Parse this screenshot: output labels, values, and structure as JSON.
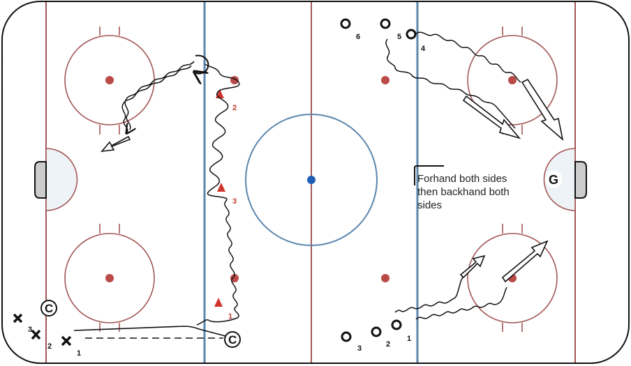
{
  "colors": {
    "board": "#111111",
    "red_line": "#a35656",
    "blue_line": "#5b86ad",
    "dot_red": "#b94a48",
    "center_dot": "#1f5fb5",
    "cone": "#d0342c",
    "crease_fill": "#eef3f8",
    "net_fill": "#cccccc"
  },
  "players": {
    "x_numbers": [
      "3",
      "2",
      "1"
    ],
    "o_bottom_numbers": [
      "3",
      "2",
      "1"
    ],
    "o_top_numbers": [
      "6",
      "5",
      "4"
    ]
  },
  "cones": [
    "2",
    "3",
    "1"
  ],
  "coach_label": "C",
  "goalie_label": "G",
  "note": {
    "line1": "Forhand both sides",
    "line2": "then backhand both",
    "line3": "sides"
  }
}
